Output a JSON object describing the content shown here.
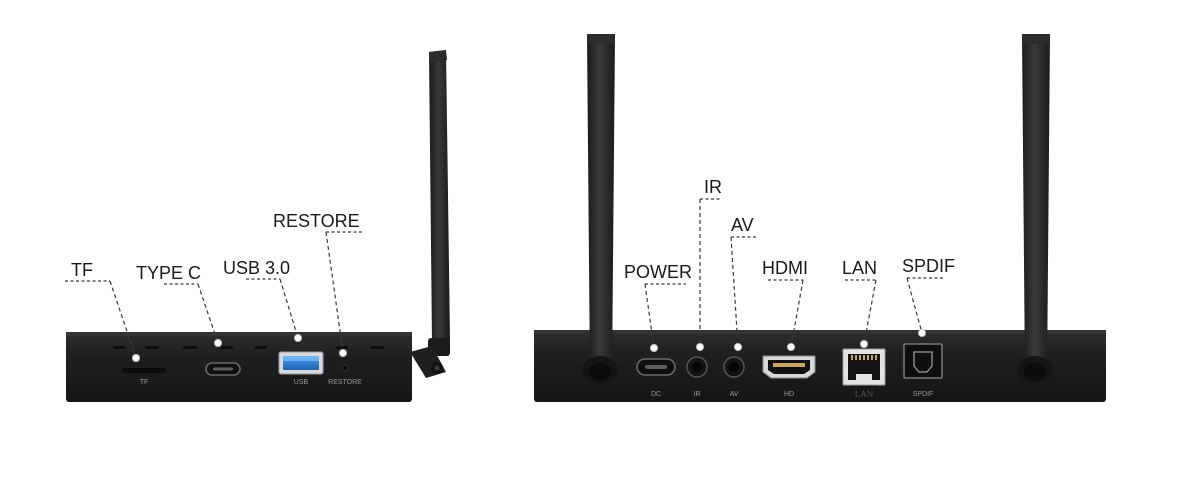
{
  "left_device": {
    "callouts": {
      "tf": "TF",
      "type_c": "TYPE C",
      "usb": "USB 3.0",
      "restore": "RESTORE"
    },
    "prints": {
      "tf": "TF",
      "usb": "USB",
      "restore": "RESTORE"
    }
  },
  "right_device": {
    "callouts": {
      "ir": "IR",
      "av": "AV",
      "power": "POWER",
      "hdmi": "HDMI",
      "lan": "LAN",
      "spdif": "SPDIF"
    },
    "prints": {
      "dc": "DC",
      "ir": "IR",
      "av": "AV",
      "hd": "HD",
      "lan": "LAN",
      "spdif": "SPDIF"
    }
  },
  "colors": {
    "body": "#1f1f21",
    "body_top": "#2b2b2d",
    "usb_port": "#2f7fd8",
    "callout_dot": "#ffffff",
    "leader_line": "#3a3a3a"
  },
  "icons": [
    "antenna-icon",
    "usb-port-icon",
    "usb-c-port-icon",
    "hdmi-port-icon",
    "ethernet-port-icon",
    "optical-port-icon",
    "audio-jack-icon",
    "dc-jack-icon",
    "sd-slot-icon"
  ]
}
